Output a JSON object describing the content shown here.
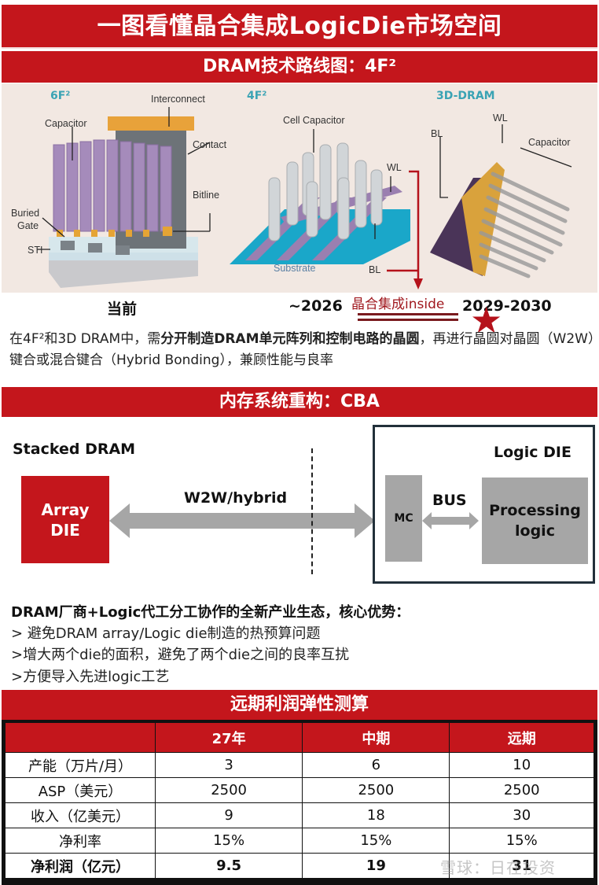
{
  "header": {
    "title": "一图看懂晶合集成LogicDie市场空间",
    "subtitle": "DRAM技术路线图：4F²"
  },
  "roadmap": {
    "generations": [
      {
        "name": "6F²",
        "era": "当前",
        "parts": [
          "Interconnect",
          "Capacitor",
          "Contact",
          "Bitline",
          "Buried Gate",
          "STI"
        ]
      },
      {
        "name": "4F²",
        "era": "~2026",
        "parts": [
          "Cell Capacitor",
          "WL",
          "BL",
          "Substrate"
        ]
      },
      {
        "name": "3D-DRAM",
        "era": "2029-2030",
        "parts": [
          "WL",
          "BL",
          "Capacitor"
        ]
      }
    ],
    "labels": {
      "interconnect": "Interconnect",
      "capacitor": "Capacitor",
      "contact": "Contact",
      "bitline": "Bitline",
      "buried_gate_1": "Buried",
      "buried_gate_2": "Gate",
      "sti": "STI",
      "cell_capacitor": "Cell Capacitor",
      "wl": "WL",
      "bl": "BL",
      "substrate": "Substrate",
      "wl_3d": "WL",
      "bl_3d": "BL",
      "capacitor_3d": "Capacitor"
    },
    "insight_label": "晶合集成inside",
    "colors": {
      "accent_red": "#c4161c",
      "star": "#b5121b",
      "teal": "#3aa3b4"
    }
  },
  "description": {
    "pre": "在4F²和3D DRAM中，需",
    "bold": "分开制造DRAM单元阵列和控制电路的晶圆",
    "post": "，再进行晶圆对晶圆（W2W）键合或混合键合（Hybrid Bonding），兼顾性能与良率"
  },
  "cba": {
    "title": "内存系统重构：CBA",
    "stacked_label": "Stacked DRAM",
    "array_die_1": "Array",
    "array_die_2": "DIE",
    "link_label": "W2W/hybrid",
    "logic_label": "Logic DIE",
    "mc_label": "MC",
    "bus_label": "BUS",
    "processing_1": "Processing",
    "processing_2": "logic"
  },
  "advantages": {
    "heading": "DRAM厂商+Logic代工分工协作的全新产业生态，核心优势：",
    "items": [
      "> 避免DRAM array/Logic die制造的热预算问题",
      ">增大两个die的面积，避免了两个die之间的良率互扰",
      ">方便导入先进logic工艺"
    ]
  },
  "profit": {
    "title": "远期利润弹性测算",
    "columns": [
      "",
      "27年",
      "中期",
      "远期"
    ],
    "rows": [
      {
        "label": "产能（万片/月）",
        "values": [
          "3",
          "6",
          "10"
        ],
        "bold": false
      },
      {
        "label": "ASP（美元）",
        "values": [
          "2500",
          "2500",
          "2500"
        ],
        "bold": false
      },
      {
        "label": "收入（亿美元）",
        "values": [
          "9",
          "18",
          "30"
        ],
        "bold": false
      },
      {
        "label": "净利率",
        "values": [
          "15%",
          "15%",
          "15%"
        ],
        "bold": false
      },
      {
        "label": "净利润（亿元）",
        "values": [
          "9.5",
          "19",
          "31"
        ],
        "bold": true
      }
    ]
  },
  "watermark": "雪球：日在投资"
}
